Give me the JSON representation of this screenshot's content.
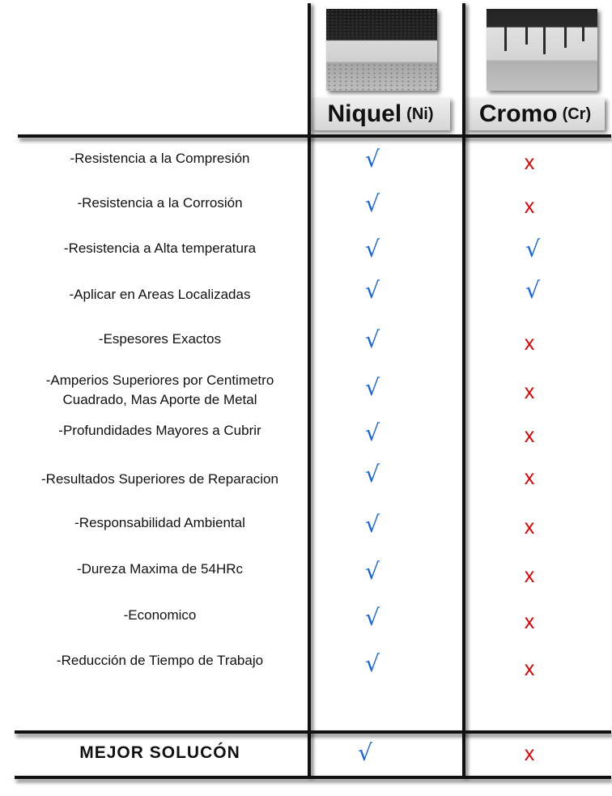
{
  "header": {
    "nickel": {
      "name": "Niquel",
      "symbol": "(Ni)"
    },
    "chrome": {
      "name": "Cromo",
      "symbol": "(Cr)"
    }
  },
  "rows": [
    {
      "label": "-Resistencia a la Compresión",
      "nickel": "√",
      "chrome": "x"
    },
    {
      "label": "-Resistencia a la Corrosión",
      "nickel": "√",
      "chrome": "x"
    },
    {
      "label": "-Resistencia a Alta temperatura",
      "nickel": "√",
      "chrome": "√"
    },
    {
      "label": "-Aplicar en Areas Localizadas",
      "nickel": "√",
      "chrome": "√"
    },
    {
      "label": "-Espesores Exactos",
      "nickel": "√",
      "chrome": "x"
    },
    {
      "label": "-Amperios Superiores por Centimetro\nCuadrado, Mas Aporte de Metal",
      "nickel": "√",
      "chrome": "x"
    },
    {
      "label": "-Profundidades Mayores a Cubrir",
      "nickel": "√",
      "chrome": "x"
    },
    {
      "label": "-Resultados Superiores de Reparacion",
      "nickel": "√",
      "chrome": "x"
    },
    {
      "label": "-Responsabilidad Ambiental",
      "nickel": "√",
      "chrome": "x"
    },
    {
      "label": "-Dureza Maxima de 54HRc",
      "nickel": "√",
      "chrome": "x"
    },
    {
      "label": "-Economico",
      "nickel": "√",
      "chrome": "x"
    },
    {
      "label": "-Reducción de Tiempo de Trabajo",
      "nickel": "√",
      "chrome": "x"
    }
  ],
  "best": {
    "label": "MEJOR SOLUCÓN",
    "nickel": "√",
    "chrome": "x"
  }
}
